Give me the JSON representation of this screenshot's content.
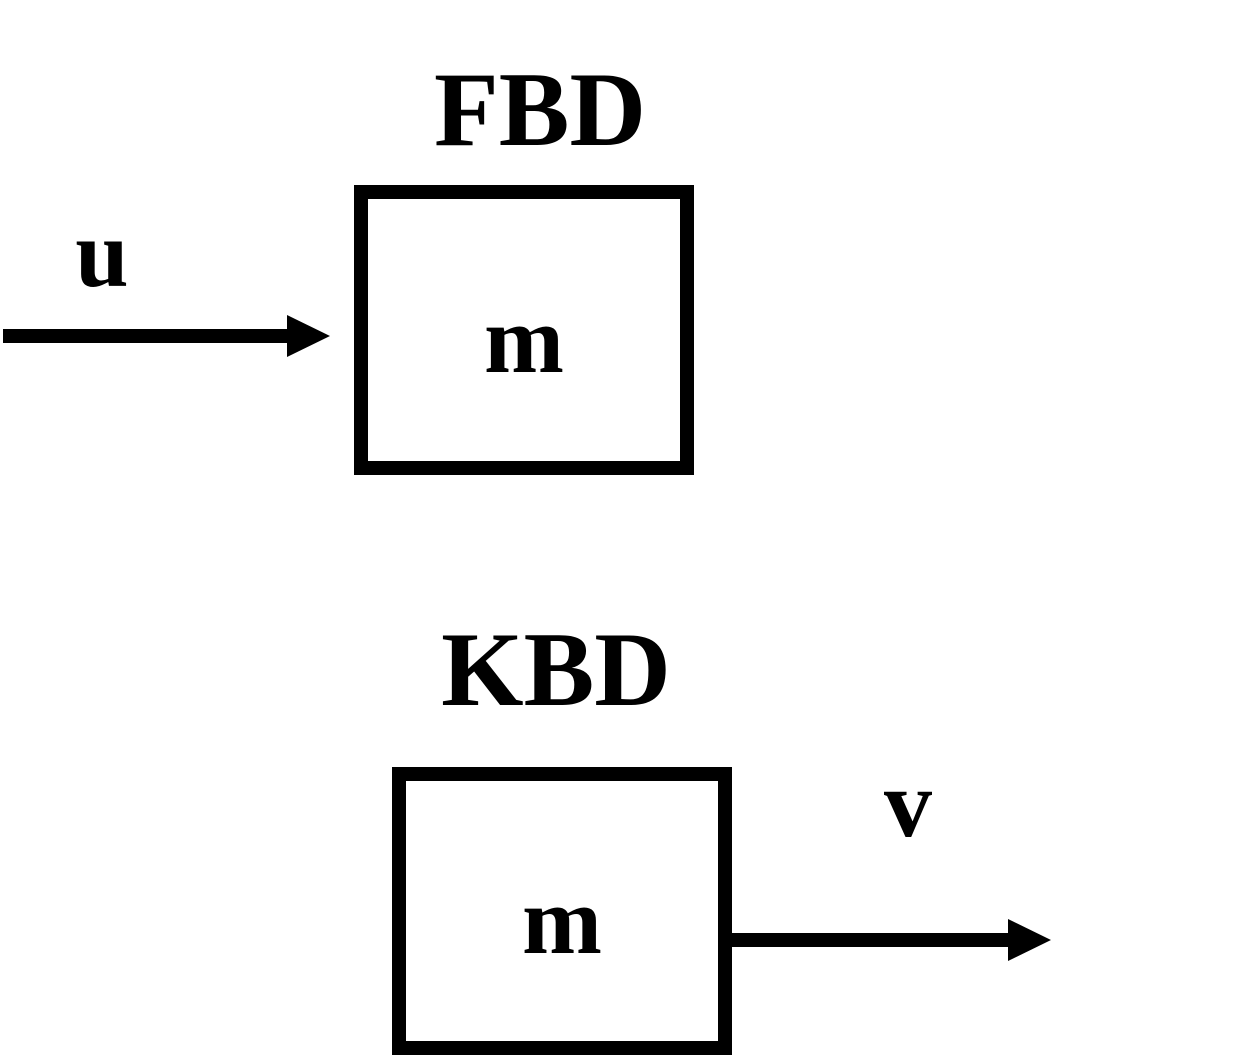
{
  "fbd": {
    "title": "FBD",
    "mass_label": "m",
    "force_label": "u"
  },
  "kbd": {
    "title": "KBD",
    "mass_label": "m",
    "velocity_label": "v"
  },
  "colors": {
    "stroke": "#000000",
    "background": "#ffffff"
  }
}
